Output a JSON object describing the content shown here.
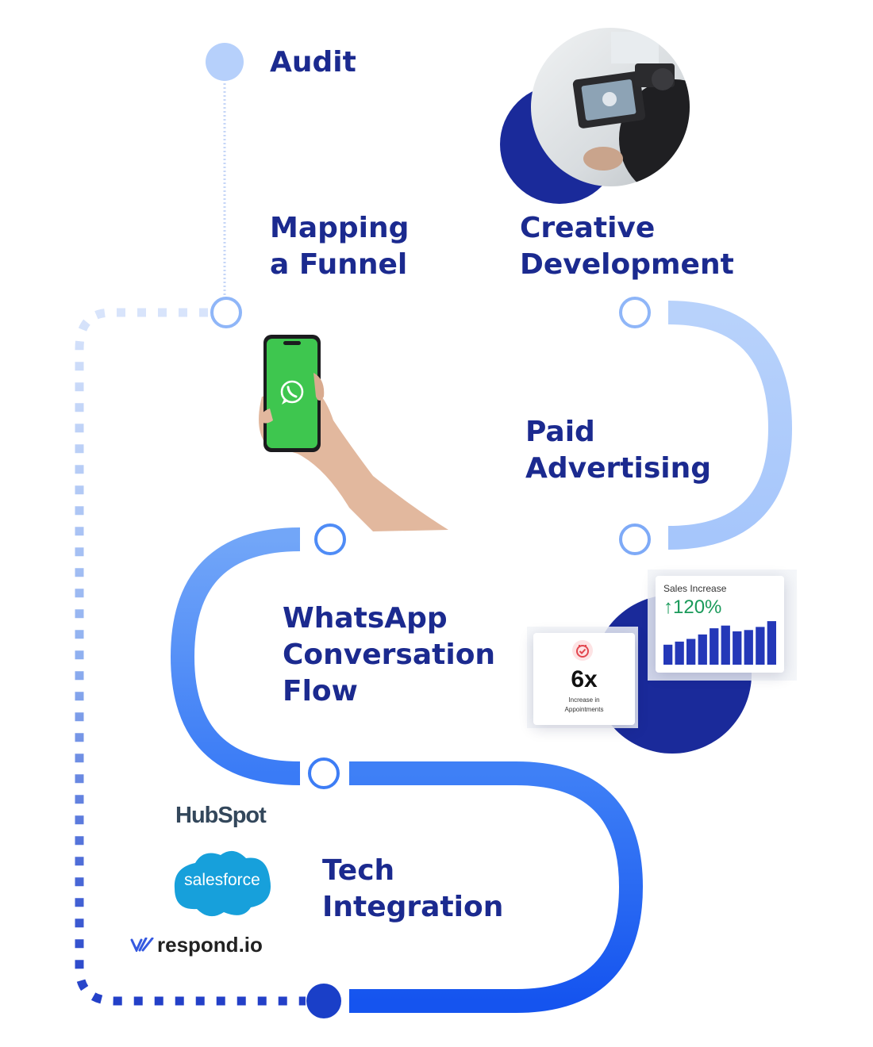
{
  "steps": [
    {
      "label": "Audit"
    },
    {
      "label": "Mapping\na Funnel"
    },
    {
      "label": "Creative\nDevelopment"
    },
    {
      "label": "Paid\nAdvertising"
    },
    {
      "label": "WhatsApp\nConversation\nFlow"
    },
    {
      "label": "Tech\nIntegration"
    }
  ],
  "sales_card": {
    "title": "Sales Increase",
    "value": "120%",
    "arrow": "↑",
    "bars": [
      0.45,
      0.52,
      0.58,
      0.68,
      0.82,
      0.88,
      0.75,
      0.78,
      0.85,
      0.98
    ]
  },
  "appointments_card": {
    "value": "6x",
    "caption_line1": "Increase in",
    "caption_line2": "Appointments",
    "icon": "calendar-check-icon"
  },
  "logos": {
    "hubspot": "HubSpot",
    "salesforce": "salesforce",
    "respond": "respond.io"
  },
  "phone_icon": "whatsapp-icon",
  "colors": {
    "label": "#1b2a8f",
    "navy": "#1a2a9a",
    "path_light": "#c9dcfb",
    "path_mid": "#9fc2fb",
    "path_strong": "#2f6ff5",
    "whatsapp_green": "#3ec64f",
    "growth_green": "#1a9a5a"
  }
}
